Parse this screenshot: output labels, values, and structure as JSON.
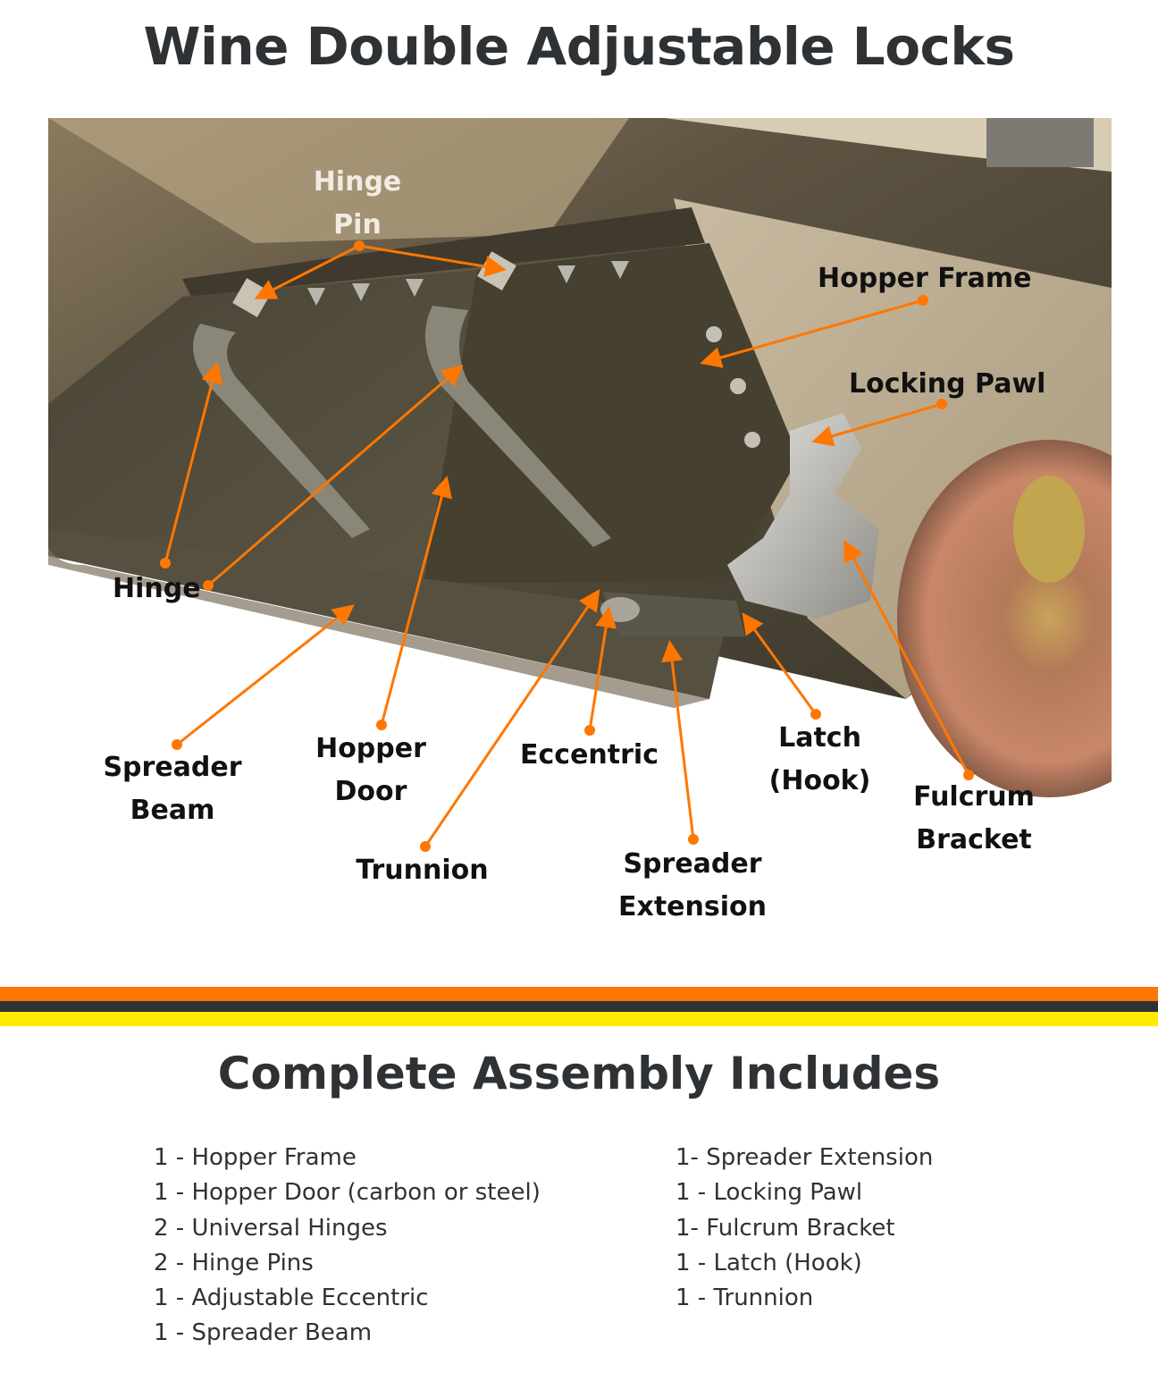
{
  "title": "Wine Double Adjustable Locks",
  "colors": {
    "accent_orange": "#ff7700",
    "dark_gray": "#2f3235",
    "yellow": "#ffea00",
    "label_black": "#111111",
    "label_light": "#f1ebe2"
  },
  "diagram": {
    "image_description": "Photo of a railcar hopper door assembly with double adjustable locks",
    "labels": [
      {
        "id": "hinge-pin",
        "lines": [
          "Hinge",
          "Pin"
        ],
        "color": "light"
      },
      {
        "id": "hopper-frame",
        "lines": [
          "Hopper Frame"
        ]
      },
      {
        "id": "locking-pawl",
        "lines": [
          "Locking Pawl"
        ]
      },
      {
        "id": "hinge",
        "lines": [
          "Hinge"
        ]
      },
      {
        "id": "spreader-beam",
        "lines": [
          "Spreader",
          "Beam"
        ]
      },
      {
        "id": "hopper-door",
        "lines": [
          "Hopper",
          "Door"
        ]
      },
      {
        "id": "eccentric",
        "lines": [
          "Eccentric"
        ]
      },
      {
        "id": "latch-hook",
        "lines": [
          "Latch",
          "(Hook)"
        ]
      },
      {
        "id": "fulcrum-bracket",
        "lines": [
          "Fulcrum",
          "Bracket"
        ]
      },
      {
        "id": "trunnion",
        "lines": [
          "Trunnion"
        ]
      },
      {
        "id": "spreader-extension",
        "lines": [
          "Spreader",
          "Extension"
        ]
      }
    ]
  },
  "divider": {
    "stripes": [
      {
        "color": "#ff7700",
        "height": 16
      },
      {
        "color": "#2f3235",
        "height": 12
      },
      {
        "color": "#ffea00",
        "height": 16
      }
    ]
  },
  "assembly": {
    "heading": "Complete Assembly Includes",
    "left_column": [
      "1 - Hopper Frame",
      "1 - Hopper Door (carbon or steel)",
      "2 - Universal Hinges",
      "2 - Hinge Pins",
      "1 - Adjustable Eccentric",
      "1 - Spreader Beam"
    ],
    "right_column": [
      "1- Spreader Extension",
      "1 - Locking Pawl",
      "1- Fulcrum Bracket",
      "1 - Latch (Hook)",
      "1 - Trunnion"
    ]
  }
}
